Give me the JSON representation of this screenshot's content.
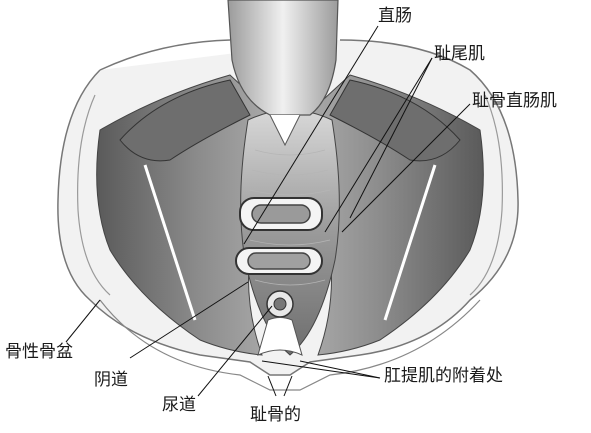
{
  "labels": {
    "rectum": "直肠",
    "pubococcygeus": "耻尾肌",
    "puborectalis": "耻骨直肠肌",
    "bony_pelvis": "骨性骨盆",
    "vagina": "阴道",
    "urethra": "尿道",
    "pubic": "耻骨的",
    "levator_ani_attachment": "肛提肌的附着处"
  }
}
